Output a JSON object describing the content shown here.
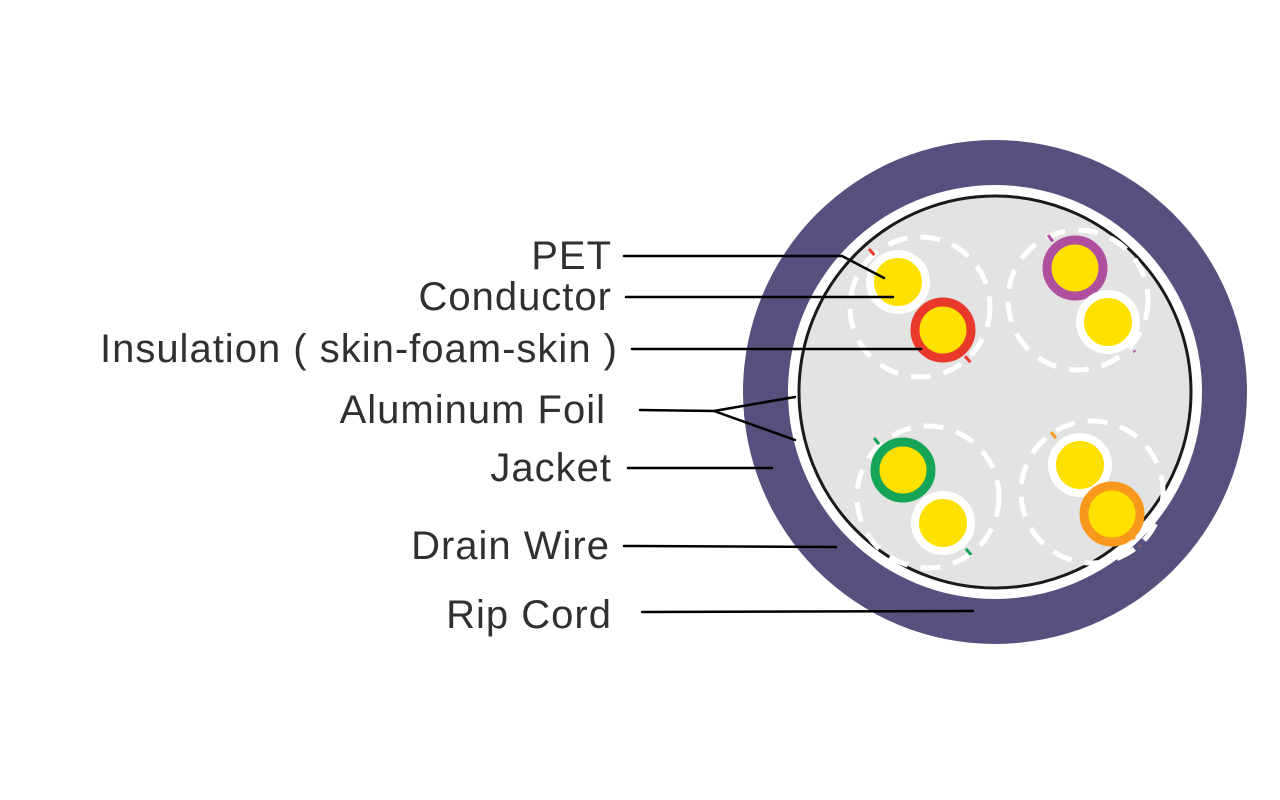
{
  "diagram": {
    "type": "cable-cross-section",
    "labels": [
      {
        "text": "PET"
      },
      {
        "text": "Conductor"
      },
      {
        "text": "Insulation ( skin-foam-skin )"
      },
      {
        "text": "Aluminum Foil"
      },
      {
        "text": "Jacket"
      },
      {
        "text": "Drain Wire"
      },
      {
        "text": "Rip Cord"
      }
    ],
    "colors": {
      "background": "#ffffff",
      "jacket_purple": "#56507e",
      "foil_white": "#ffffff",
      "core_gray": "#e3e3e3",
      "core_outline": "#1a1a1a",
      "conductor_yellow": "#ffe100",
      "pair_wrap_white": "#ffffff",
      "ring_red": "#e8392b",
      "ring_magenta": "#b14f9f",
      "ring_green": "#16a457",
      "ring_orange": "#f8991d",
      "label_text": "#303030",
      "leader_line": "#000000"
    }
  }
}
